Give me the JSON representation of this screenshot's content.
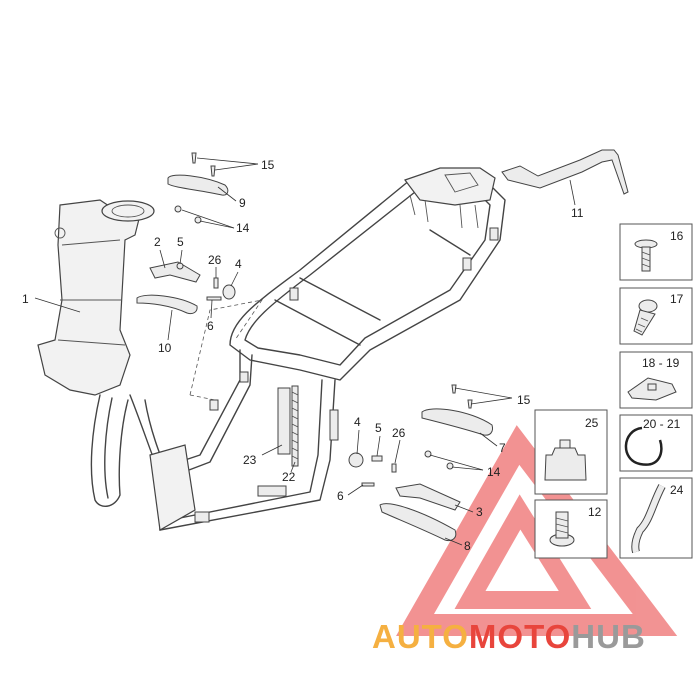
{
  "callouts": {
    "c1": "1",
    "c2": "2",
    "c3": "3",
    "c4a": "4",
    "c4b": "4",
    "c5a": "5",
    "c5b": "5",
    "c6a": "6",
    "c6b": "6",
    "c7": "7",
    "c8": "8",
    "c9": "9",
    "c10": "10",
    "c11": "11",
    "c14a": "14",
    "c14b": "14",
    "c15a": "15",
    "c15b": "15",
    "c22": "22",
    "c23": "23",
    "c26a": "26",
    "c26b": "26"
  },
  "side_boxes": {
    "b16": "16",
    "b17": "17",
    "b18_19": "18 - 19",
    "b20_21": "20 - 21",
    "b24": "24",
    "b25": "25",
    "b12": "12"
  },
  "watermark": {
    "part1": "AUTO",
    "part2": "MOTO",
    "part3": "HUB",
    "colors": {
      "orange": "#f5b041",
      "red": "#e8453c",
      "gray": "#9a9a9a",
      "triangle": "#f08080"
    }
  }
}
